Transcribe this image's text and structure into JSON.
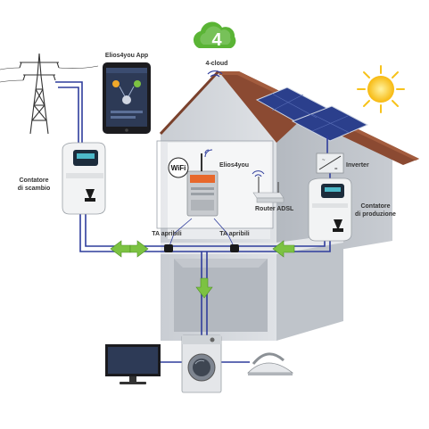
{
  "labels": {
    "app": "Elios4you App",
    "cloud_badge": "4",
    "cloud": "4-cloud",
    "meter_left_1": "Contatore",
    "meter_left_2": "di scambio",
    "device": "Elios4you",
    "wifi": "WiFi",
    "router": "Router ADSL",
    "inverter": "Inverter",
    "meter_right_1": "Contatore",
    "meter_right_2": "di produzione",
    "ta_left": "TA apribili",
    "ta_right": "TA apribili"
  },
  "colors": {
    "wire_blue": "#2f3d9c",
    "flow_green": "#7cc242",
    "cloud_green": "#5ab435",
    "roof": "#8b4a32",
    "house": "#cdd1d6",
    "sun": "#f7c21a"
  },
  "icons": [
    "power-pylon-icon",
    "tablet-app-icon",
    "cloud-badge-icon",
    "sun-icon",
    "solar-panel-icon",
    "meter-icon",
    "wifi-router-icon",
    "inverter-icon",
    "monitor-icon",
    "washing-machine-icon",
    "iron-icon"
  ]
}
